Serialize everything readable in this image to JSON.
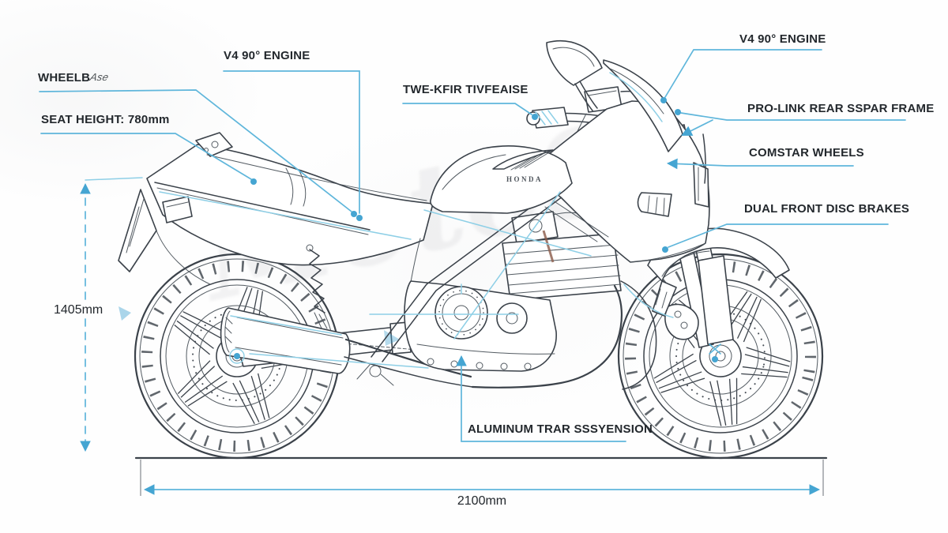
{
  "colors": {
    "accent": "#5fb6db",
    "accent_soft": "#8ecfe6",
    "ink": "#3b424a",
    "text": "#23282d"
  },
  "watermark": "MotoS",
  "tank_badge": "HONDA",
  "labels": {
    "engine_left": "V4 90° ENGINE",
    "engine_right": "V4 90° ENGINE",
    "wheelbase_prefix": "WHEELB",
    "wheelbase_garble": "Ase",
    "seat_height": "SEAT HEIGHT: 780mm",
    "handlebar": "TWE-KFIR TIVFEAISE",
    "rear_frame": "PRO-LINK REAR SSPAR FRAME",
    "wheels": "COMSTAR WHEELS",
    "front_brakes": "DUAL FRONT DISC BRAKES",
    "suspension": "ALUMINUM TRAR SSSYENSION"
  },
  "dimensions": {
    "overall_length": "2100mm",
    "overall_height": "1405mm"
  }
}
